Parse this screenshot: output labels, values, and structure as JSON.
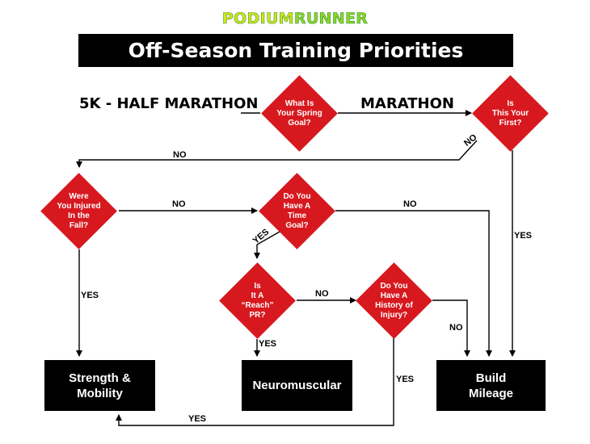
{
  "brand": {
    "part1": "Podium",
    "part2": "Runner"
  },
  "title": "Off-Season Training Priorities",
  "headings": {
    "left": "5K - HALF MARATHON",
    "right": "MARATHON"
  },
  "decisions": {
    "spring_goal": "What Is\nYour Spring\nGoal?",
    "first": "Is\nThis Your\nFirst?",
    "injured": "Were\nYou Injured\nIn the\nFall?",
    "time_goal": "Do You\nHave A\nTime\nGoal?",
    "reach_pr": "Is\nIt A\n“Reach”\nPR?",
    "history": "Do You\nHave A\nHistory of\nInjury?"
  },
  "outcomes": {
    "strength": "Strength &\nMobility",
    "neuro": "Neuromuscular",
    "mileage": "Build\nMileage"
  },
  "edge_labels": {
    "first_no": "NO",
    "to_injured_no": "NO",
    "injured_no": "NO",
    "timegoal_no": "NO",
    "first_yes": "YES",
    "timegoal_yes": "YES",
    "injured_yes": "YES",
    "reach_no": "NO",
    "reach_yes": "YES",
    "history_no": "NO",
    "history_yes": "YES",
    "bottom_yes": "YES"
  },
  "colors": {
    "decision": "#d7191f",
    "box": "#000000",
    "brand_yellow": "#d9e21a",
    "brand_green": "#8ed62a"
  }
}
